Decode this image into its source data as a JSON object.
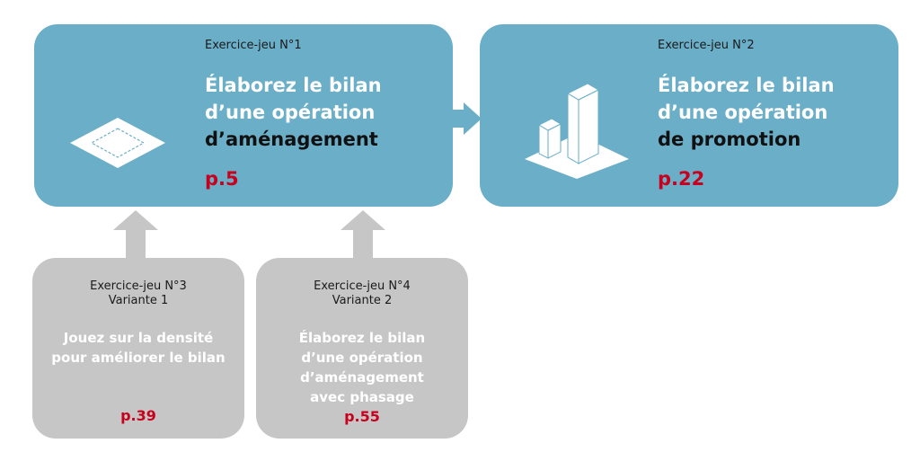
{
  "cards": [
    {
      "label": "Exercice-jeu N°1",
      "title_line1": "Élaborez le bilan",
      "title_line2": "d’une opération",
      "title_line3": "d’aménagement",
      "page": "p.5",
      "icon": "flat-plot-icon",
      "color": "#6aaec8"
    },
    {
      "label": "Exercice-jeu N°2",
      "title_line1": "Élaborez le bilan",
      "title_line2": "d’une opération",
      "title_line3": "de promotion",
      "page": "p.22",
      "icon": "buildings-icon",
      "color": "#6aaec8"
    },
    {
      "label_line1": "Exercice-jeu N°3",
      "label_line2": "Variante 1",
      "title_line1": "Jouez sur la densité",
      "title_line2": "pour améliorer le bilan",
      "page": "p.39",
      "color": "#c6c6c6"
    },
    {
      "label_line1": "Exercice-jeu N°4",
      "label_line2": "Variante 2",
      "title_line1": "Élaborez le bilan",
      "title_line2": "d’une opération",
      "title_line3": "d’aménagement",
      "title_line4": "avec phasage",
      "page": "p.55",
      "color": "#c6c6c6"
    }
  ],
  "accent_color": "#c8001e"
}
